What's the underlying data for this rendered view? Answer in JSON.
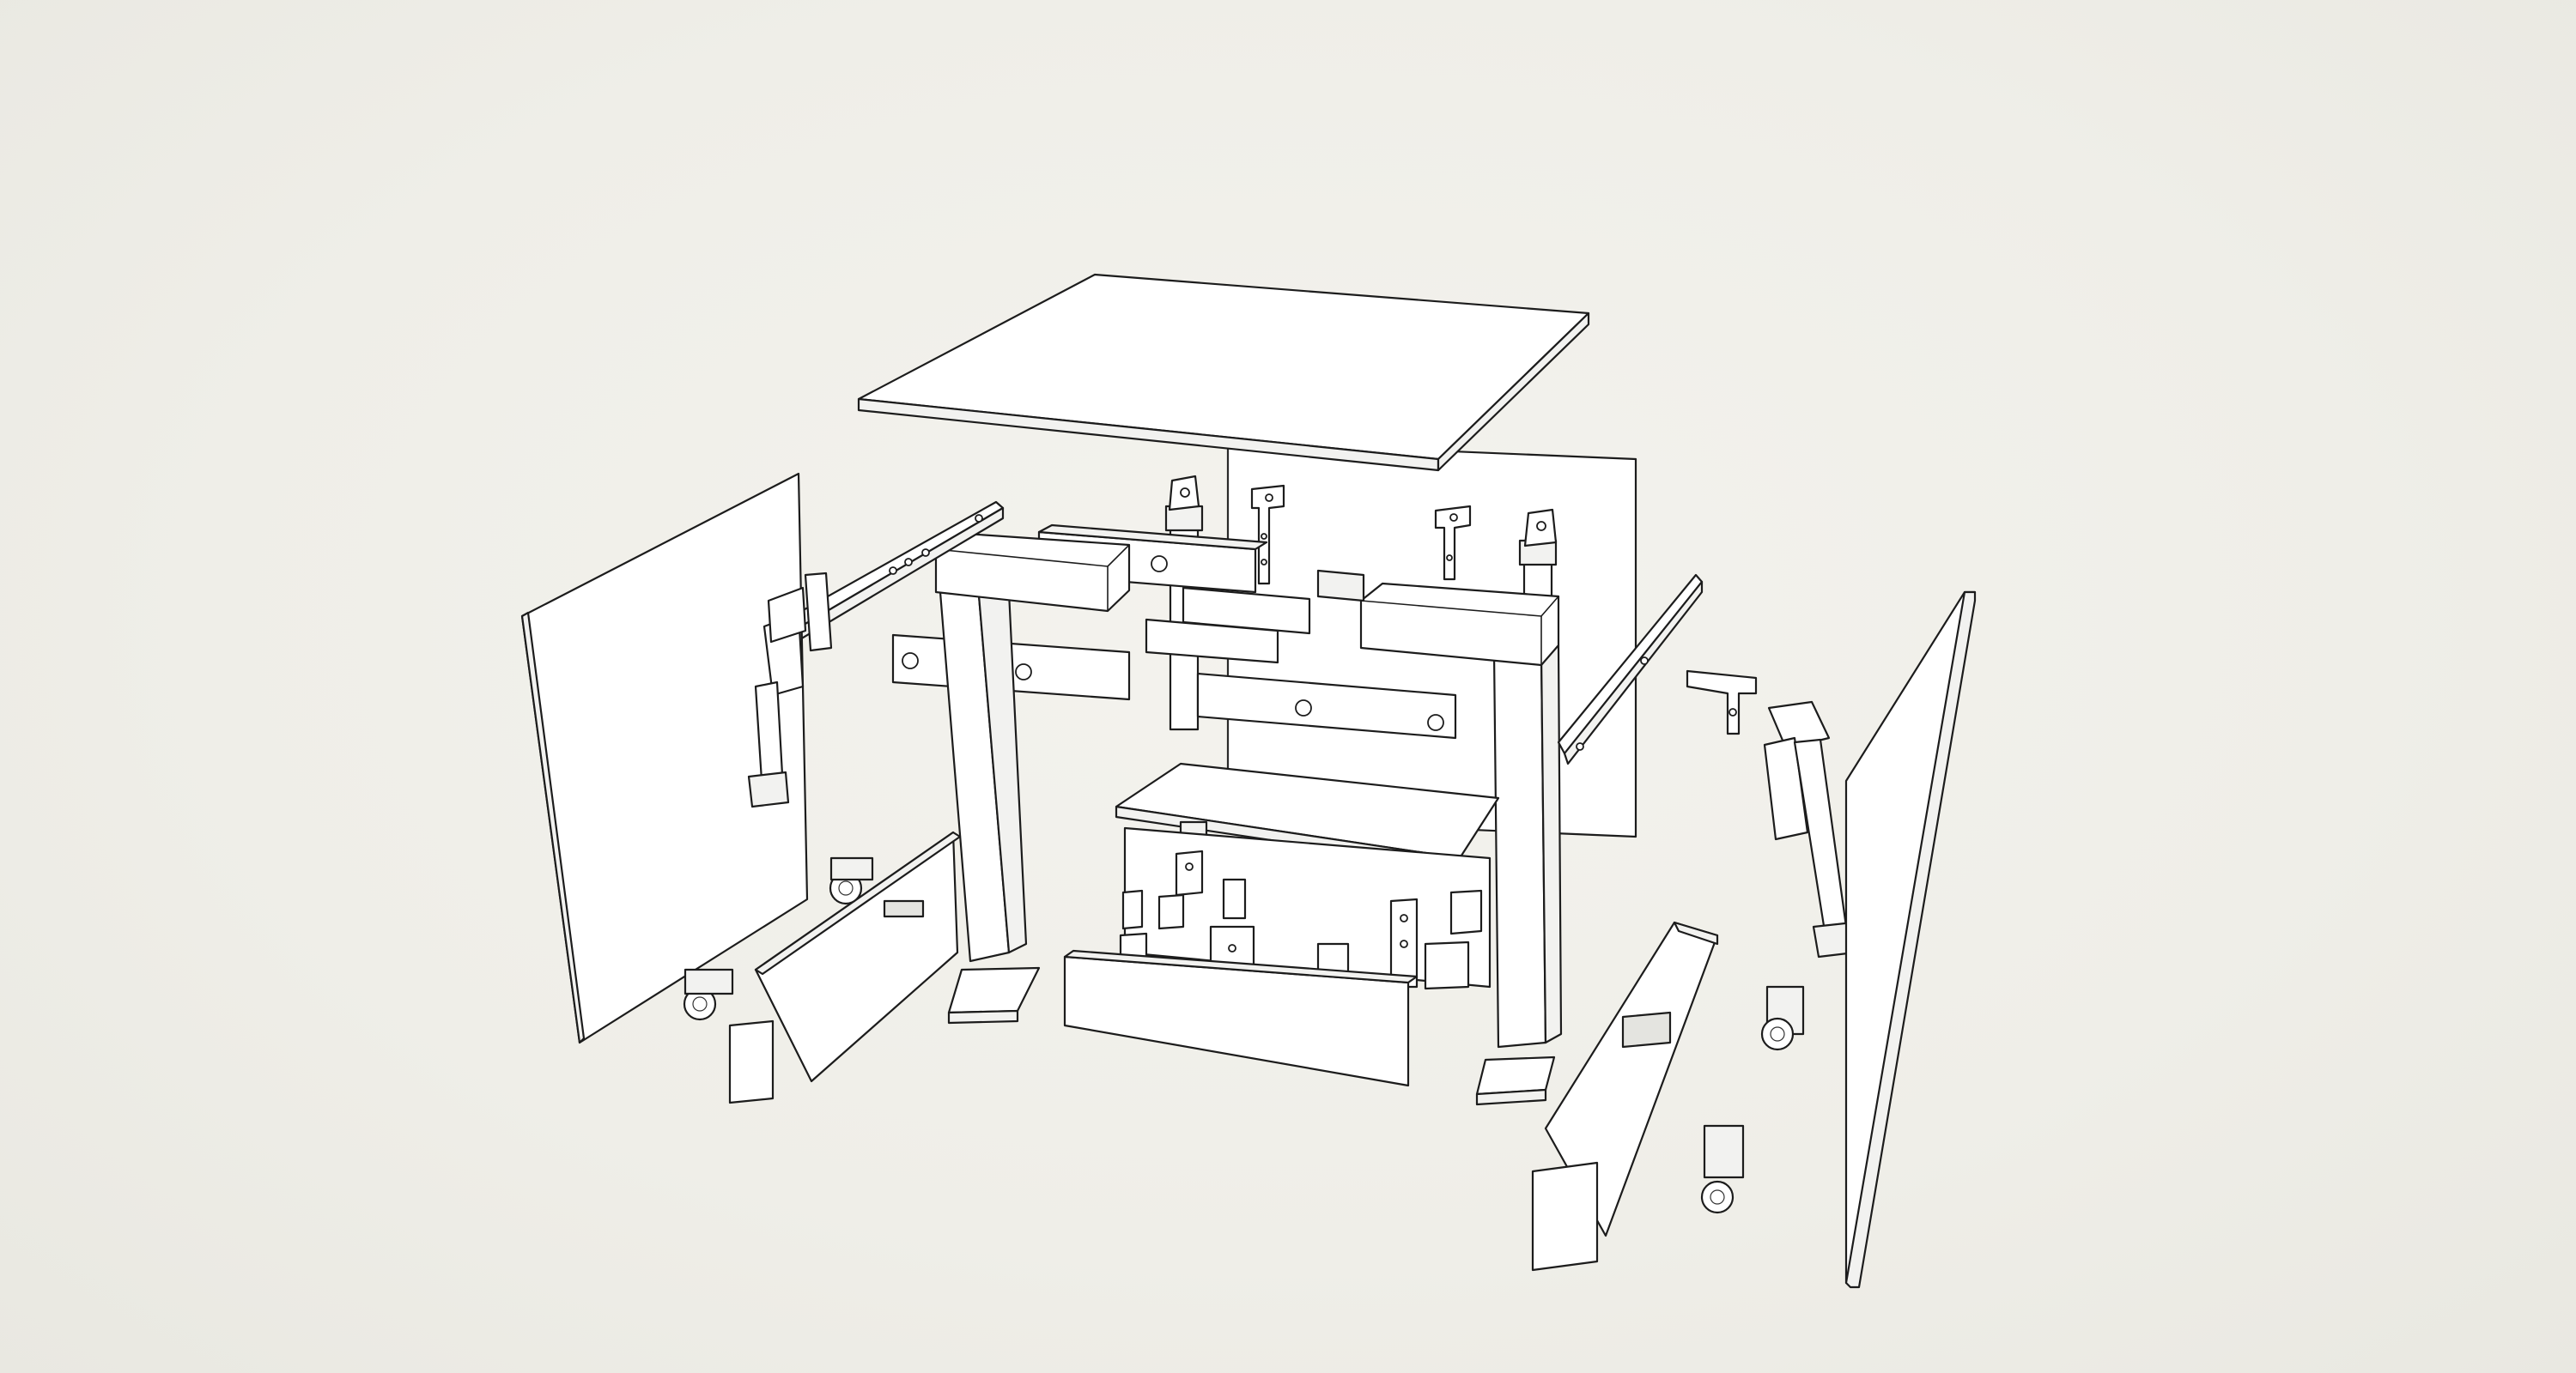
{
  "scene": {
    "background_color": "#f1f0ea",
    "line_color": "#1c1c1c",
    "fill_color": "#ffffff"
  },
  "parts": [
    {
      "id": "table-top",
      "kind": "panel"
    },
    {
      "id": "back-panel",
      "kind": "panel"
    },
    {
      "id": "left-side-panel",
      "kind": "panel"
    },
    {
      "id": "right-side-panel",
      "kind": "panel"
    },
    {
      "id": "left-leg",
      "kind": "leg"
    },
    {
      "id": "right-leg",
      "kind": "leg"
    },
    {
      "id": "left-top-block",
      "kind": "block"
    },
    {
      "id": "right-top-block",
      "kind": "block"
    },
    {
      "id": "cross-bar-upper",
      "kind": "bar"
    },
    {
      "id": "cross-bar-lower",
      "kind": "bar"
    },
    {
      "id": "left-arm-rail",
      "kind": "rail"
    },
    {
      "id": "right-arm-rail",
      "kind": "rail"
    },
    {
      "id": "left-linear-actuator",
      "kind": "actuator"
    },
    {
      "id": "right-linear-actuator",
      "kind": "actuator"
    },
    {
      "id": "rear-actuators",
      "kind": "actuator"
    },
    {
      "id": "mounting-brackets",
      "kind": "bracket"
    },
    {
      "id": "middle-shelf",
      "kind": "panel"
    },
    {
      "id": "front-kick-panel",
      "kind": "panel"
    },
    {
      "id": "left-base-channel",
      "kind": "channel"
    },
    {
      "id": "right-base-channel",
      "kind": "channel"
    },
    {
      "id": "foot-pads",
      "kind": "pad"
    },
    {
      "id": "caster-wheels",
      "kind": "wheel"
    }
  ]
}
